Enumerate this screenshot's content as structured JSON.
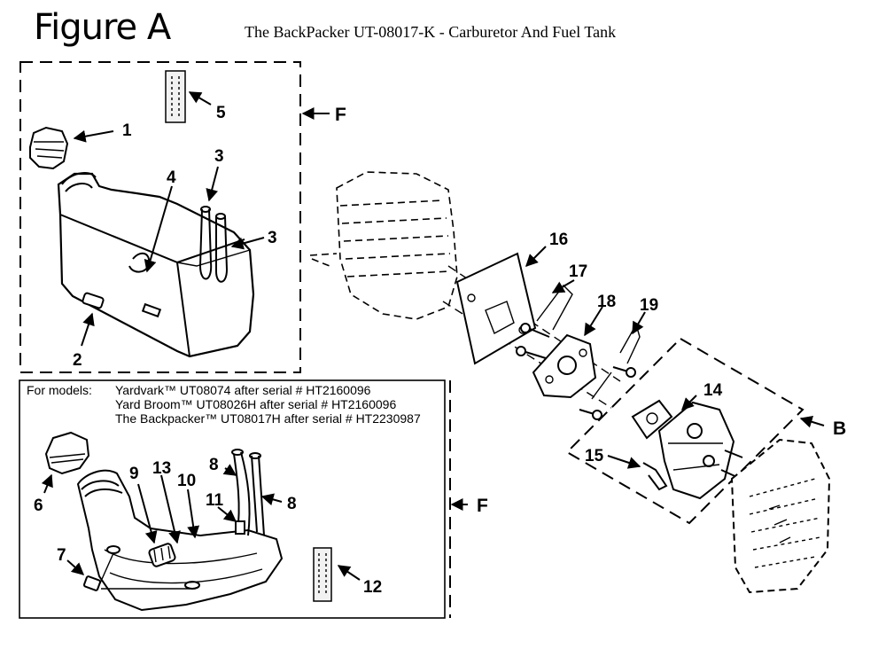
{
  "title": "Figure A",
  "subtitle": "The BackPacker UT-08017-K - Carburetor And Fuel Tank",
  "models_note": {
    "prefix": "For  models:",
    "lines": [
      "Yardvark™  UT08074 after serial # HT2160096",
      "Yard Broom™ UT08026H after serial # HT2160096",
      "The Backpacker™ UT08017H after serial # HT2230987"
    ]
  },
  "callouts": {
    "c1": "1",
    "c2": "2",
    "c3a": "3",
    "c3b": "3",
    "c4": "4",
    "c5": "5",
    "c6": "6",
    "c7": "7",
    "c8a": "8",
    "c8b": "8",
    "c9": "9",
    "c10": "10",
    "c11": "11",
    "c12": "12",
    "c13": "13",
    "c14": "14",
    "c15": "15",
    "c16": "16",
    "c17": "17",
    "c18": "18",
    "c19": "19"
  },
  "group_labels": {
    "f_top": "F",
    "f_bottom": "F",
    "b": "B"
  }
}
